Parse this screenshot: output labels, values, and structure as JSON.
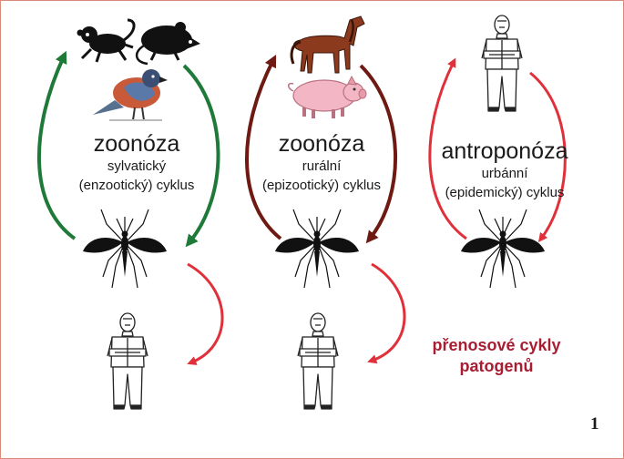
{
  "columns": [
    {
      "id": "sylvatic",
      "title": "zoonóza",
      "subtitle_line1": "sylvatický",
      "subtitle_line2": "(enzootický) cyklus",
      "arrow_color": "#1f7a3a",
      "hosts": [
        "monkey-icon",
        "rat-icon",
        "bird-icon"
      ],
      "vector": "mosquito-icon",
      "spillover_target": "human-icon"
    },
    {
      "id": "rural",
      "title": "zoonóza",
      "subtitle_line1": "rurální",
      "subtitle_line2": "(epizootický) cyklus",
      "arrow_color": "#6e1a12",
      "hosts": [
        "horse-icon",
        "pig-icon"
      ],
      "vector": "mosquito-icon",
      "spillover_target": "human-icon"
    },
    {
      "id": "urban",
      "title": "antroponóza",
      "subtitle_line1": "urbánní",
      "subtitle_line2": "(epidemický) cyklus",
      "arrow_color": "#e0303a",
      "hosts": [
        "human-icon"
      ],
      "vector": "mosquito-icon"
    }
  ],
  "spillover_arrow_color": "#e0303a",
  "footer_line1": "přenosové cykly",
  "footer_line2": "patogenů",
  "footer_color": "#a81d32",
  "page_number": "1"
}
